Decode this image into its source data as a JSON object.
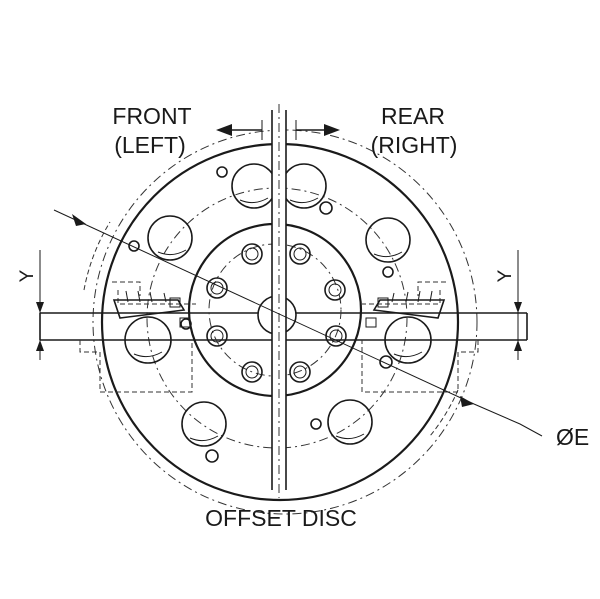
{
  "labels": {
    "front_line1": "FRONT",
    "front_line2": "(LEFT)",
    "rear_line1": "REAR",
    "rear_line2": "(RIGHT)",
    "y_left": "Y",
    "y_right": "Y",
    "diameter": "ØE",
    "bottom": "OFFSET DISC"
  },
  "icons": {
    "arrow_left": "arrow-left-icon",
    "arrow_right": "arrow-right-icon"
  },
  "colors": {
    "line": "#1a1a1a",
    "background": "#ffffff"
  }
}
